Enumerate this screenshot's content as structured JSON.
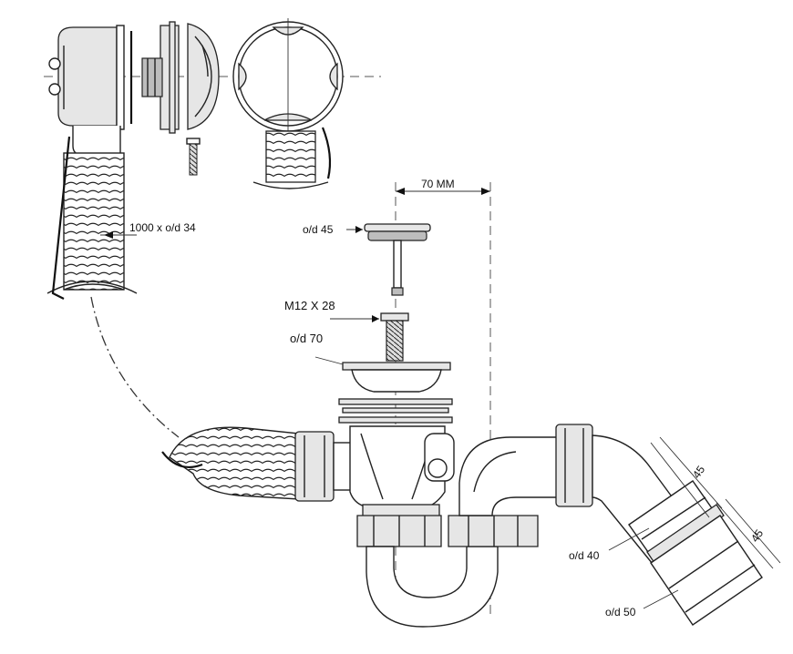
{
  "labels": {
    "hose": "1000  x o/d 34",
    "spacing": "70 MM",
    "plug_diameter": "o/d 45",
    "screw": "M12 X 28",
    "flange_diameter": "o/d 70",
    "outlet_small": "o/d 40",
    "outlet_large": "o/d 50",
    "dim_upper": "45",
    "dim_lower": "45"
  }
}
